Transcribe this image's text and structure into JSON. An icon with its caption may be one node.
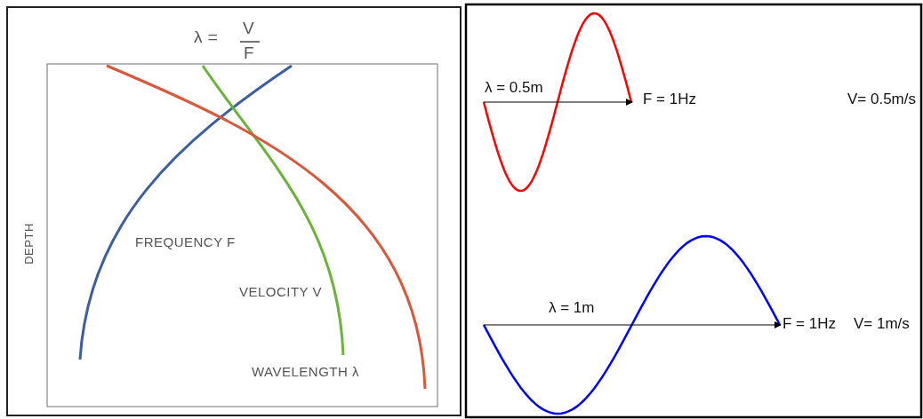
{
  "diagram": {
    "labels": [
      "λ =",
      "V",
      "F",
      "DEPTH",
      "FREQUENCY F",
      "VELOCITY V",
      "WAVELENGTH λ",
      "λ = 0.5m",
      "F = 1Hz",
      "V= 0.5m/s",
      "λ = 1m",
      "F = 1Hz",
      "V= 1m/s"
    ]
  }
}
